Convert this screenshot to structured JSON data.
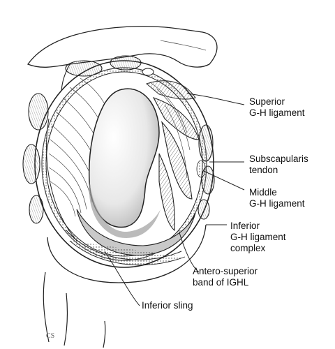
{
  "illustration": {
    "subject": "shoulder-glenoid-ligaments",
    "ink": "#222222",
    "fill": "#ffffff",
    "shade": "#bfbfbf"
  },
  "labels": {
    "superior_gh": [
      "Superior",
      "G-H ligament"
    ],
    "subscapularis": [
      "Subscapularis",
      "tendon"
    ],
    "middle_gh": [
      "Middle",
      "G-H ligament"
    ],
    "inferior_complex": [
      "Inferior",
      "G-H ligament",
      "complex"
    ],
    "antero_superior": [
      "Antero-superior",
      "band of IGHL"
    ],
    "inferior_sling": [
      "Inferior sling"
    ]
  },
  "signature": "CS"
}
